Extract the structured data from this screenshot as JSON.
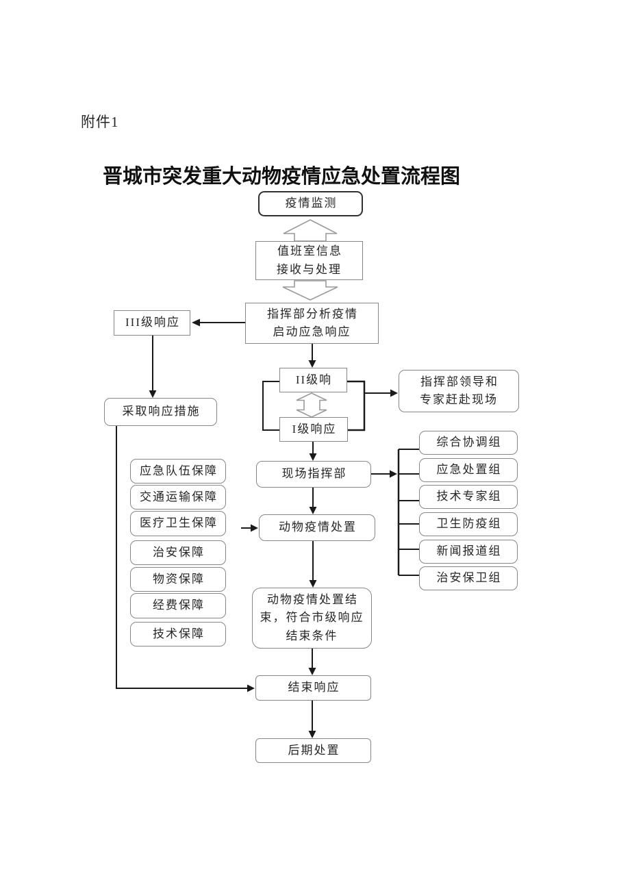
{
  "document": {
    "attachment_label": "附件1",
    "title": "晋城市突发重大动物疫情应急处置流程图"
  },
  "flowchart": {
    "nodes": {
      "monitor": "疫情监测",
      "duty_room": "值班室信息\n接收与处理",
      "command_analysis": "指挥部分析疫情\n启动应急响应",
      "level_3": "III级响应",
      "level_2": "II级响",
      "level_1": "I级响应",
      "leaders_to_scene": "指挥部领导和\n专家赶赴现场",
      "response_measures": "采取响应措施",
      "onsite_command": "现场指挥部",
      "epidemic_disposal": "动物疫情处置",
      "disposal_end": "动物疫情处置结\n束，符合市级响应\n结束条件",
      "end_response": "结束响应",
      "post_disposal": "后期处置"
    },
    "support_groups": [
      "应急队伍保障",
      "交通运输保障",
      "医疗卫生保障",
      "治安保障",
      "物资保障",
      "经费保障",
      "技术保障"
    ],
    "work_groups": [
      "综合协调组",
      "应急处置组",
      "技术专家组",
      "卫生防疫组",
      "新闻报道组",
      "治安保卫组"
    ],
    "colors": {
      "connector": "#1a1a1a",
      "box_border": "#878787",
      "monitor_border": "#303030",
      "block_arrow_outline": "#9a9a9a",
      "background": "#ffffff",
      "text": "#262626"
    }
  }
}
